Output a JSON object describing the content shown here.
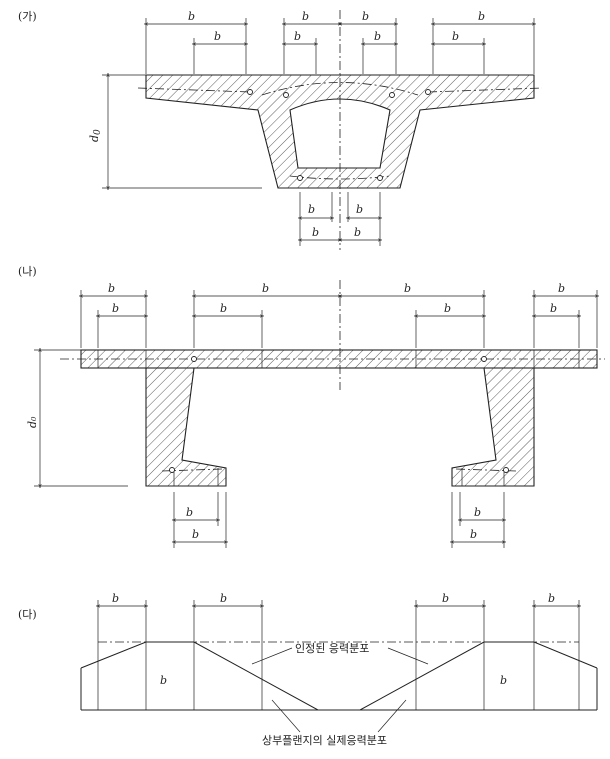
{
  "panels": {
    "a": {
      "tag": "(가)",
      "dims": {
        "b1_left": "b",
        "b1_right": "b",
        "b2_left": "b",
        "b2_right": "b",
        "bei_outer_left": "b",
        "bei_left": "b",
        "bei_right": "b",
        "bei_outer_right": "b",
        "bot_small_left": "b",
        "bot_small_right": "b",
        "bot_big_left": "b",
        "bot_big_right": "b",
        "depth": "d",
        "depth_sub": "0"
      }
    },
    "b": {
      "tag": "(나)",
      "dims": {
        "b1": "b",
        "b2": "b",
        "b3": "b",
        "b4": "b",
        "be1": "b",
        "be2": "b",
        "be3": "b",
        "be4": "b",
        "depth": "d₀",
        "bot_be_left": "b",
        "bot_b_left": "b",
        "bot_be_right": "b",
        "bot_b_right": "b"
      }
    },
    "c": {
      "tag": "(다)",
      "dims": {
        "be1": "b",
        "be2": "b",
        "be3": "b",
        "be4": "b",
        "bm_left": "b",
        "bm_right": "b"
      },
      "annotations": {
        "upper": "인정된 응력분포",
        "lower": "상부플랜지의 실제응력분포"
      }
    }
  }
}
